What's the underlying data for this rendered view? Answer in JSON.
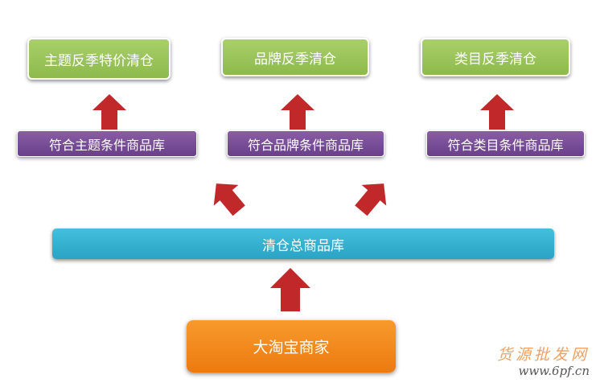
{
  "top_boxes": [
    {
      "label": "主题反季特价清仓"
    },
    {
      "label": "品牌反季清仓"
    },
    {
      "label": "类目反季清仓"
    }
  ],
  "condition_boxes": [
    {
      "label": "符合主题条件商品库"
    },
    {
      "label": "符合品牌条件商品库"
    },
    {
      "label": "符合类目条件商品库"
    }
  ],
  "main_library": {
    "label": "清仓总商品库"
  },
  "merchant": {
    "label": "大淘宝商家"
  },
  "watermark": {
    "title": "货源批发网",
    "url": "www.6pf.cn"
  },
  "colors": {
    "green": "#9bc55a",
    "purple": "#7a4f98",
    "teal": "#36b2d2",
    "orange": "#f28a1c",
    "arrow": "#c0282a"
  }
}
